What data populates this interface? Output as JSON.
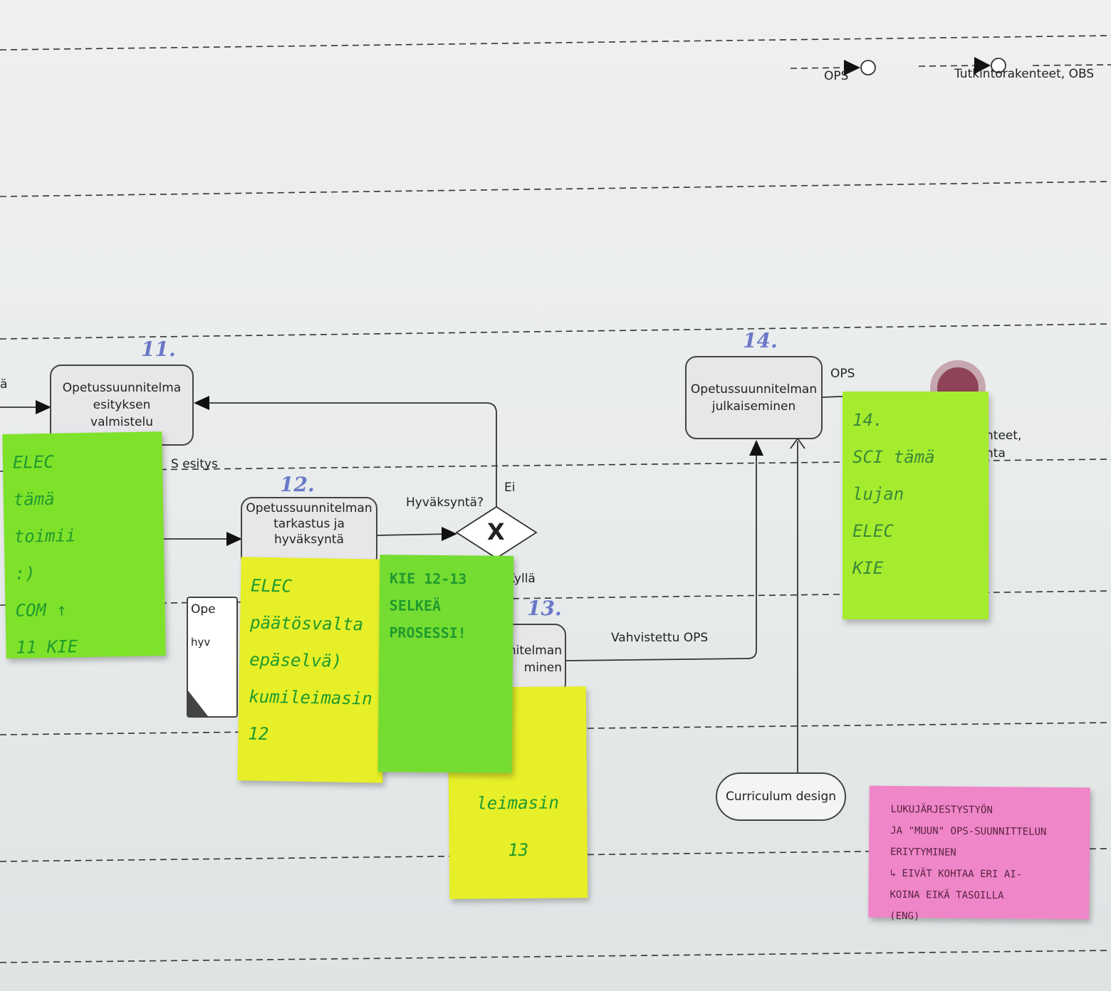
{
  "diagram": {
    "top_labels": {
      "ops_top": "OPS",
      "tutkinto": "Tutkintorakenteet, OBS"
    },
    "left_edge_label": "ä",
    "esitys_label": "S esitys",
    "tasks": [
      {
        "number": "11.",
        "label_lines": [
          "Opetussuunnitelma",
          "esityksen",
          "valmistelu"
        ]
      },
      {
        "number": "12.",
        "label_lines": [
          "Opetussuunnitelman",
          "tarkastus ja",
          "hyväksyntä"
        ]
      },
      {
        "number": "13.",
        "label_lines": [
          "nitelman",
          "minen"
        ]
      },
      {
        "number": "14.",
        "label_lines": [
          "Opetussuunnitelman",
          "julkaiseminen"
        ]
      }
    ],
    "partial_task": {
      "line1": "Ope",
      "line2": "hyv"
    },
    "gateway": {
      "question": "Hyväksyntä?",
      "no": "Ei",
      "yes": "Kyllä",
      "symbol": "X"
    },
    "flow_labels": {
      "ops_out": "OPS",
      "vahvistettu": "Vahvistettu OPS",
      "end_label_1": "nteet,",
      "end_label_2": "nta"
    },
    "curriculum_design": "Curriculum design"
  },
  "sticky_notes": [
    {
      "color": "#7fe22a",
      "text": "ELEC\ntämä\ntoimii\n:)\nCOM  ↑\n11  KIE"
    },
    {
      "color": "#e6ef28",
      "text": "ELEC\npäätösvalta\nepäselvä)\nkumileimasin\n12"
    },
    {
      "color": "#75dc32",
      "text": "KIE 12-13\nSELKEÄ\nPROSESSI!"
    },
    {
      "color": "#e6ef28",
      "text": "leimasin\n13"
    },
    {
      "color": "#a6ec2e",
      "text": "14.\nSCI tämä\nlujan\nELEC\nKIE"
    },
    {
      "color": "#ef86c8",
      "text": "LUKUJÄRJESTYSTYÖN\nJA \"MUUN\" OPS-SUUNNITTELUN\nERIYTYMINEN\n   ↳ EIVÄT KOHTAA ERI AI-\n      KOINA EIKÄ TASOILLA\n(ENG)"
    }
  ]
}
